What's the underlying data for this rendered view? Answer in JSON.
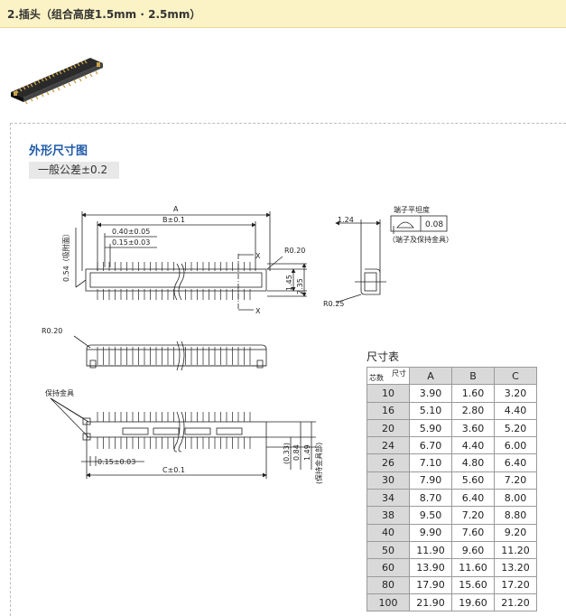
{
  "header": {
    "title": "2.插头（组合高度1.5mm · 2.5mm）"
  },
  "section": {
    "title": "外形尺寸图",
    "tolerance": "一般公差±0.2"
  },
  "drawing": {
    "dim_A": "A",
    "dim_B": "B±0.1",
    "dim_C": "C±0.1",
    "pitch": "0.40±0.05",
    "pin_tol_top": "0.15±0.03",
    "pin_tol_bottom": "0.15±0.03",
    "side_054": "0.54（吸附面）",
    "h_145": "1.45",
    "h_235": "2.35",
    "r020_top": "R0.20",
    "r020_front": "R0.20",
    "r025": "R0.25",
    "w_124": "1.24",
    "flatness_title": "端子平坦度",
    "flatness_value": "0.08",
    "flatness_note": "（端子及保持金具）",
    "section_x_top": "X",
    "section_x_bottom": "X",
    "holder": "保持金具",
    "d_033": "(0.33)",
    "d_084": "0.84",
    "d_149": "1.49",
    "holder_note": "(保持金具部)"
  },
  "table": {
    "title": "尺寸表",
    "corner_dim": "尺寸",
    "corner_pins": "芯数",
    "columns": [
      "A",
      "B",
      "C"
    ],
    "rows": [
      [
        "10",
        "3.90",
        "1.60",
        "3.20"
      ],
      [
        "16",
        "5.10",
        "2.80",
        "4.40"
      ],
      [
        "20",
        "5.90",
        "3.60",
        "5.20"
      ],
      [
        "24",
        "6.70",
        "4.40",
        "6.00"
      ],
      [
        "26",
        "7.10",
        "4.80",
        "6.40"
      ],
      [
        "30",
        "7.90",
        "5.60",
        "7.20"
      ],
      [
        "34",
        "8.70",
        "6.40",
        "8.00"
      ],
      [
        "38",
        "9.50",
        "7.20",
        "8.80"
      ],
      [
        "40",
        "9.90",
        "7.60",
        "9.20"
      ],
      [
        "50",
        "11.90",
        "9.60",
        "11.20"
      ],
      [
        "60",
        "13.90",
        "11.60",
        "13.20"
      ],
      [
        "80",
        "17.90",
        "15.60",
        "17.20"
      ],
      [
        "100",
        "21.90",
        "19.60",
        "21.20"
      ]
    ]
  }
}
